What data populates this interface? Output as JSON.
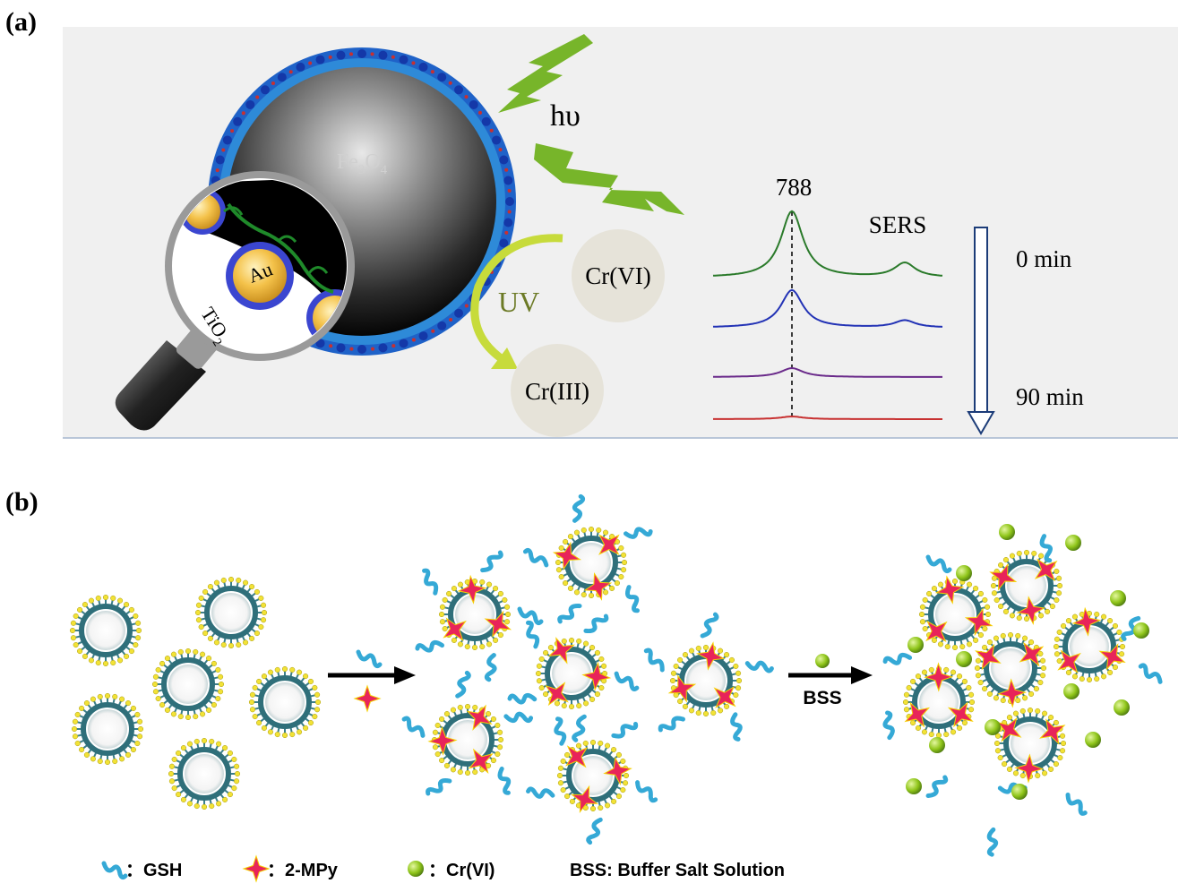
{
  "panel_a": {
    "label": "(a)",
    "core_label": "Fe",
    "core_sub_3": "3",
    "core_o": "O",
    "core_sub_4": "4",
    "light_label": "hυ",
    "au_label": "Au",
    "tio2_label": "TiO",
    "tio2_sub": "2",
    "uv_label": "UV",
    "cr6_label": "Cr(VI)",
    "cr3_label": "Cr(III)",
    "peak_label": "788",
    "sers_label": "SERS",
    "time_start": "0 min",
    "time_end": "90 min",
    "colors": {
      "background_panel": "#f0f0f0",
      "shell": "#1f62c8",
      "lightning": "#77b52a",
      "uv_arrow": "#c7db3b",
      "uv_text": "#6c7a26",
      "bubble": "#e6e3d9",
      "spectra": [
        "#2a7a2a",
        "#2232b5",
        "#6a2a8a",
        "#c83232"
      ],
      "time_arrow": "#1c3c78"
    }
  },
  "panel_b": {
    "label": "(b)",
    "bss_arrow_label": "BSS",
    "legend": {
      "gsh": "：GSH",
      "mpy": "：2-MPy",
      "cr6": "：Cr(VI)",
      "bss": "BSS: Buffer Salt Solution"
    },
    "colors": {
      "particle_ring": "#2f6f7a",
      "particle_dots": "#f2e236",
      "gsh": "#35a9d6",
      "mpy": "#e8245a",
      "cr6": "#8fc51a"
    }
  }
}
